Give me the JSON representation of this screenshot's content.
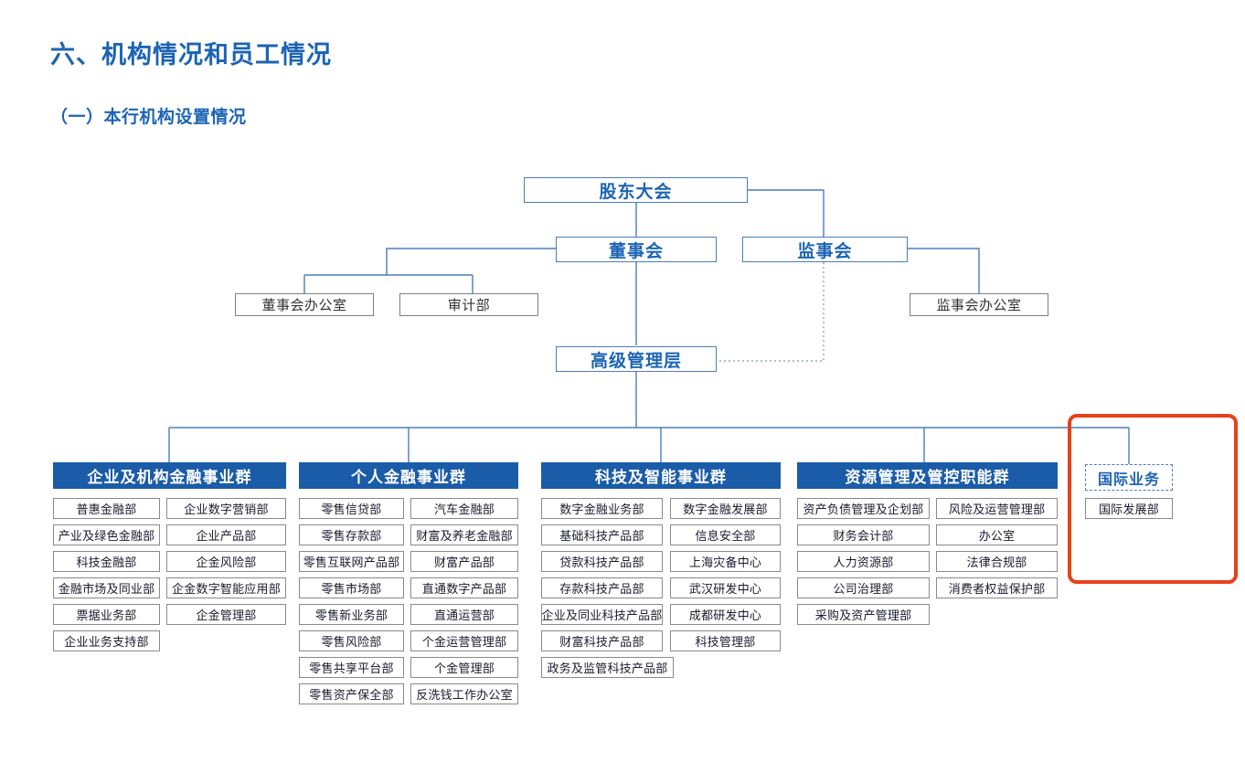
{
  "headings": {
    "main": "六、机构情况和员工情况",
    "sub": "（一）本行机构设置情况"
  },
  "colors": {
    "heading_blue": "#1C64B4",
    "group_header_blue": "#1B5CA8",
    "connector_blue": "#4A7EBB",
    "node_border_gray": "#808080",
    "highlight_red": "#E8411A"
  },
  "top_nodes": {
    "shareholders_meeting": "股东大会",
    "board_of_directors": "董事会",
    "board_of_supervisors": "监事会",
    "senior_management": "高级管理层",
    "board_office": "董事会办公室",
    "audit_department": "审计部",
    "supervisors_office": "监事会办公室"
  },
  "groups": [
    {
      "id": "corporate-institutional-finance",
      "title": "企业及机构金融事业群",
      "style": "filled",
      "columns": [
        [
          "普惠金融部",
          "产业及绿色金融部",
          "科技金融部",
          "金融市场及同业部",
          "票据业务部",
          "企业业务支持部"
        ],
        [
          "企业数字营销部",
          "企业产品部",
          "企金风险部",
          "企金数字智能应用部",
          "企金管理部"
        ]
      ]
    },
    {
      "id": "personal-finance",
      "title": "个人金融事业群",
      "style": "filled",
      "columns": [
        [
          "零售信贷部",
          "零售存款部",
          "零售互联网产品部",
          "零售市场部",
          "零售新业务部",
          "零售风险部",
          "零售共享平台部",
          "零售资产保全部"
        ],
        [
          "汽车金融部",
          "财富及养老金融部",
          "财富产品部",
          "直通数字产品部",
          "直通运营部",
          "个金运营管理部",
          "个金管理部",
          "反洗钱工作办公室"
        ]
      ]
    },
    {
      "id": "technology-intelligence",
      "title": "科技及智能事业群",
      "style": "filled",
      "columns": [
        [
          "数字金融业务部",
          "基础科技产品部",
          "贷款科技产品部",
          "存款科技产品部",
          "企业及同业科技产品部",
          "财富科技产品部",
          "政务及监管科技产品部"
        ],
        [
          "数字金融发展部",
          "信息安全部",
          "上海灾备中心",
          "武汉研发中心",
          "成都研发中心",
          "科技管理部"
        ]
      ]
    },
    {
      "id": "resource-management-control",
      "title": "资源管理及管控职能群",
      "style": "filled",
      "columns": [
        [
          "资产负债管理及企划部",
          "财务会计部",
          "人力资源部",
          "公司治理部",
          "采购及资产管理部"
        ],
        [
          "风险及运营管理部",
          "办公室",
          "法律合规部",
          "消费者权益保护部"
        ]
      ]
    },
    {
      "id": "international-business",
      "title": "国际业务",
      "style": "dashed",
      "columns": [
        [
          "国际发展部"
        ]
      ]
    }
  ]
}
